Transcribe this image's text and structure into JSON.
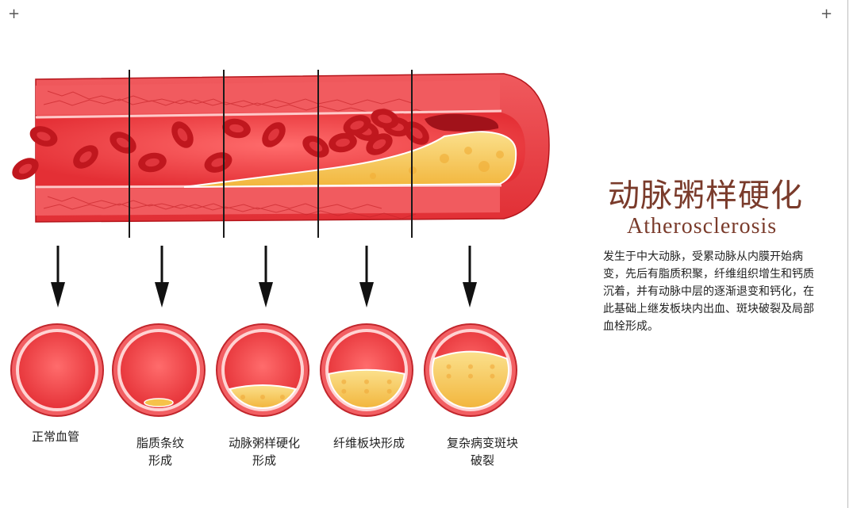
{
  "title_cn": "动脉粥样硬化",
  "title_en": "Atherosclerosis",
  "description": "发生于中大动脉，受累动脉从内膜开始病变，先后有脂质积聚，纤维组织增生和钙质沉着，并有动脉中层的逐渐退变和钙化，在此基础上继发板块内出血、斑块破裂及局部血栓形成。",
  "stages": [
    {
      "line1": "正常血管",
      "line2": "",
      "plaque": 0.0
    },
    {
      "line1": "脂质条纹",
      "line2": "形成",
      "plaque": 0.08
    },
    {
      "line1": "动脉粥样硬化",
      "line2": "形成",
      "plaque": 0.25
    },
    {
      "line1": "纤维板块形成",
      "line2": "",
      "plaque": 0.45
    },
    {
      "line1": "复杂病变斑块",
      "line2": "破裂",
      "plaque": 0.65
    }
  ],
  "colors": {
    "vessel_wall": "#e8343a",
    "vessel_light": "#f0686a",
    "lumen": "#f04347",
    "plaque": "#f6c24a",
    "plaque_light": "#fbe08c",
    "rbc": "#c0171e",
    "title": "#7a3b2b"
  },
  "icons": {
    "arrow": "down-arrow-icon",
    "crop": "crop-mark-icon"
  }
}
